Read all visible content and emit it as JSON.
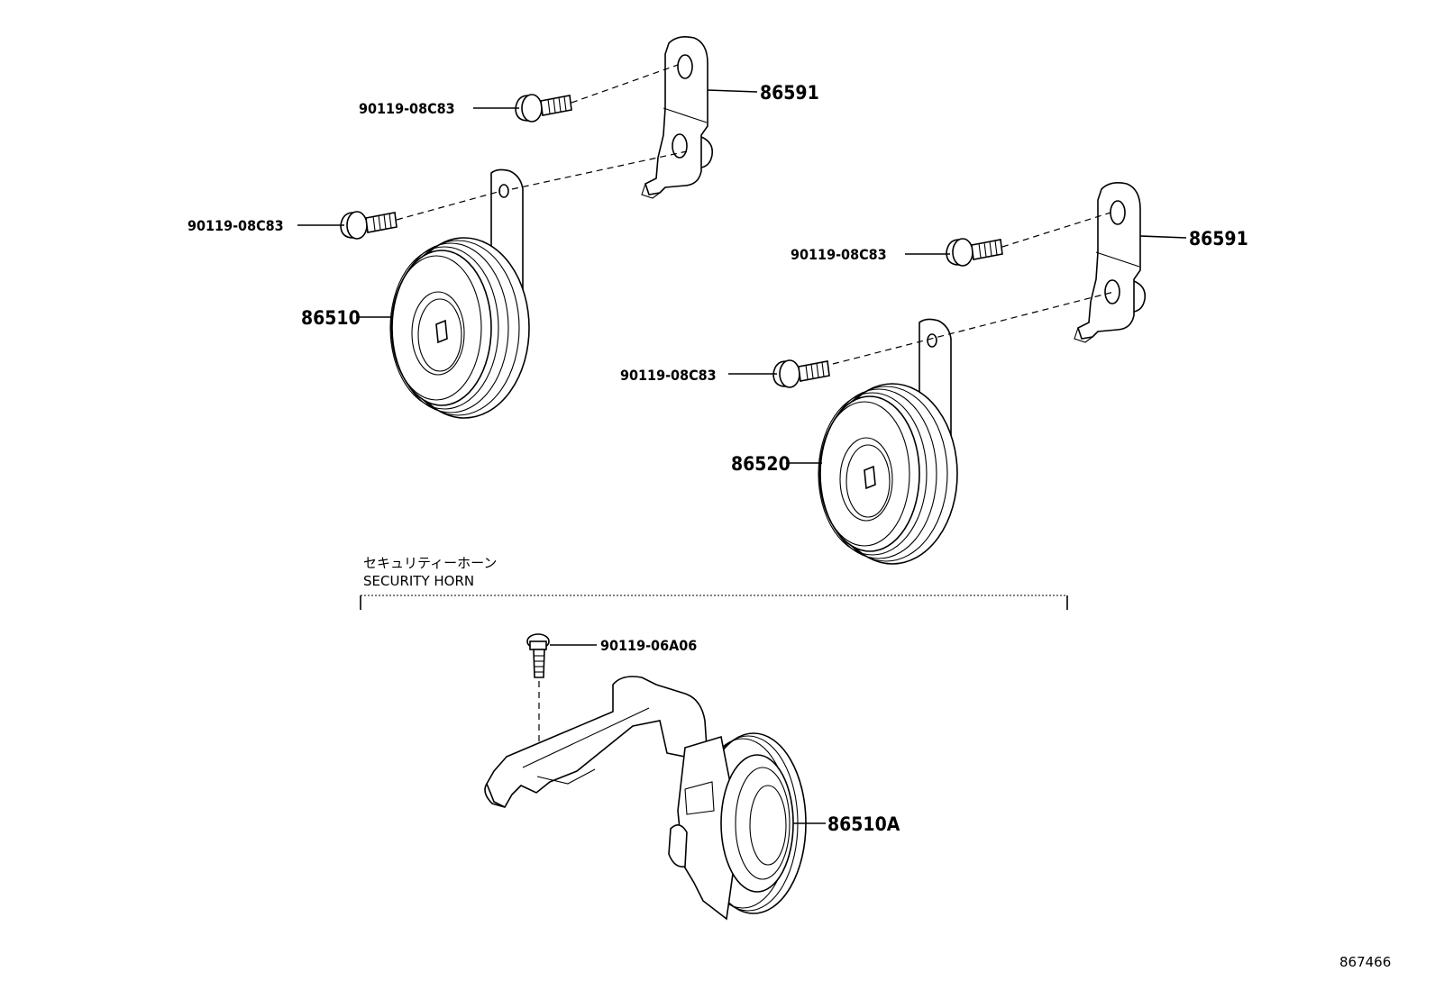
{
  "labels": {
    "bracket_top_left": "86591",
    "bracket_right": "86591",
    "horn_left": "86510",
    "horn_right": "86520",
    "horn_security": "86510A",
    "bolt_1": "90119-08C83",
    "bolt_2": "90119-08C83",
    "bolt_3": "90119-08C83",
    "bolt_4": "90119-08C83",
    "bolt_security": "90119-06A06"
  },
  "security_section": {
    "title_jp": "セキュリティーホーン",
    "title_en": "SECURITY HORN"
  },
  "diagram_id": "867466"
}
